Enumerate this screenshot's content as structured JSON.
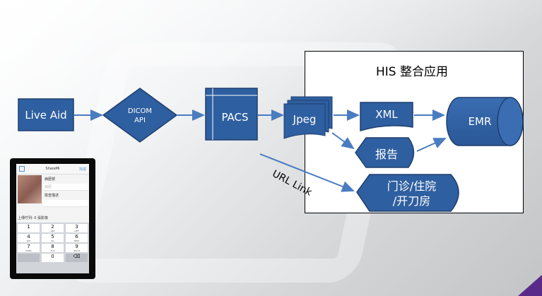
{
  "diagram": {
    "nodes": {
      "live_aid": "Live Aid",
      "dicom_api": [
        "DICOM",
        "API"
      ],
      "pacs": "PACS",
      "jpeg": "Jpeg",
      "xml": "XML",
      "emr": "EMR",
      "report": "报告",
      "clinic": [
        "门诊/住院",
        "/开刀房"
      ]
    },
    "his_title": "HIS 整合应用",
    "url_link": "URL Link"
  },
  "phone": {
    "nav_title": "ShareMi",
    "nav_done": "完成",
    "field_id": "病歷號",
    "field_id_placeholder": "病歷",
    "field_desc": "檢查描述",
    "upload_status": "上傳佇列: 0 張影像",
    "keys": [
      {
        "num": "1",
        "sub": ""
      },
      {
        "num": "2",
        "sub": "ABC"
      },
      {
        "num": "3",
        "sub": "DEF"
      },
      {
        "num": "4",
        "sub": "GHI"
      },
      {
        "num": "5",
        "sub": "JKL"
      },
      {
        "num": "6",
        "sub": "MNO"
      },
      {
        "num": "7",
        "sub": "PQRS"
      },
      {
        "num": "8",
        "sub": "TUV"
      },
      {
        "num": "9",
        "sub": "WXYZ"
      },
      {
        "num": "0",
        "sub": ""
      }
    ]
  },
  "colors": {
    "node_fill": "#2e5fa0",
    "node_stroke": "#1f3f6e",
    "arrow": "#4a7cc0"
  }
}
